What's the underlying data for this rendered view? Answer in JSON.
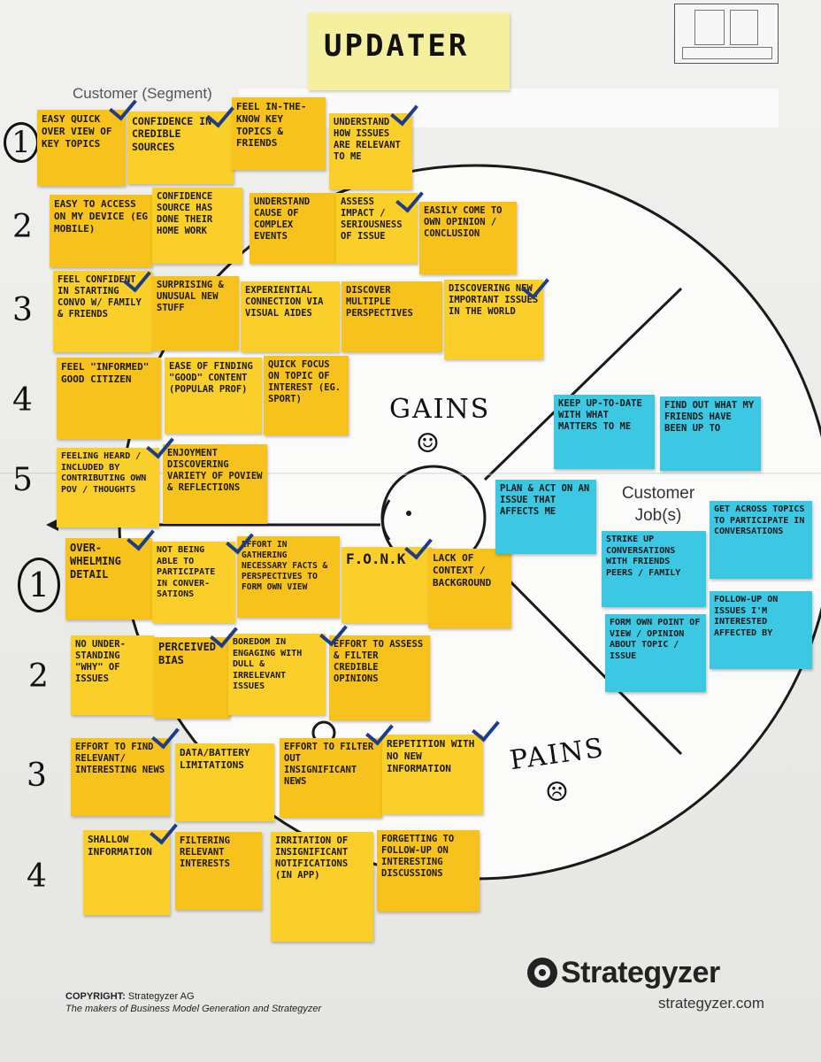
{
  "title": "UPDATER",
  "customer_segment_label": "Customer (Segment)",
  "diagram_labels": {
    "gains": "GAINS",
    "pains": "PAINS",
    "customer_jobs": "Customer Job(s)",
    "gains_face": "☺",
    "pains_face": "☹"
  },
  "row_numbers": {
    "gains": [
      "1",
      "2",
      "3",
      "4",
      "5"
    ],
    "pains": [
      "1",
      "2",
      "3",
      "4"
    ]
  },
  "gains_notes": [
    [
      "EASY QUICK OVER VIEW OF KEY TOPICS",
      "CONFIDENCE IN CREDIBLE SOURCES",
      "Feel in-the-know KEY TOPICS & FRIENDS",
      "UNDERSTAND HOW ISSUES ARE RELEVANT TO ME"
    ],
    [
      "EASY TO ACCESS ON MY DEVICE (eg MOBILE)",
      "CONFIDENCE SOURCE HAS DONE THEIR HOME WORK",
      "UNDERSTAND CAUSE OF COMPLEX EVENTS",
      "ASSESS IMPACT / SERIOUSNESS OF ISSUE",
      "EASILY COME TO OWN OPINION / CONCLUSION"
    ],
    [
      "FEEL CONFIDENT IN STARTING CONVO W/ FAMILY & FRIENDS",
      "SURPRISING & UNUSUAL NEW STUFF",
      "EXPERIENTIAL CONNECTION VIA VISUAL AIDES",
      "DISCOVER MULTIPLE PERSPECTIVES",
      "DISCOVERING NEW IMPORTANT ISSUES IN THE WORLD"
    ],
    [
      "FEEL \"INFORMED\" GOOD CITIZEN",
      "EASE OF FINDING \"GOOD\" CONTENT (POPULAR PROF)",
      "QUICK FOCUS ON TOPIC OF INTEREST (eg. SPORT)"
    ],
    [
      "FEELING HEARD / INCLUDED BY CONTRIBUTING OWN POV / THOUGHTS",
      "ENJOYMENT DISCOVERING VARIETY OF POVIEW & REFLECTIONS"
    ]
  ],
  "pains_notes": [
    [
      "OVER-WHELMING DETAIL",
      "NOT BEING ABLE TO PARTICIPATE IN CONVER-SATIONS",
      "EFFORT IN GATHERING NECESSARY FACTS & PERSPECTIVES TO FORM OWN VIEW",
      "F.O.N.K",
      "LACK OF CONTEXT / BACKGROUND"
    ],
    [
      "NO UNDER-STANDING \"WHY\" OF ISSUES",
      "PERCEIVED BIAS",
      "BOREDOM IN ENGAGING WITH DULL & IRRELEVANT ISSUES",
      "EFFORT TO ASSESS & FILTER CREDIBLE OPINIONS"
    ],
    [
      "EFFORT TO FIND RELEVANT/ INTERESTING NEWS",
      "DATA/BATTERY LIMITATIONS",
      "EFFORT TO FILTER OUT INSIGNIFICANT NEWS",
      "REPETITION WITH NO NEW INFORMATION"
    ],
    [
      "SHALLOW INFORMATION",
      "FILTERING RELEVANT INTERESTS",
      "IRRITATION OF INSIGNIFICANT NOTIFICATIONS (IN APP)",
      "FORGETTING TO FOLLOW-UP ON INTERESTING DISCUSSIONS"
    ]
  ],
  "job_notes": [
    "KEEP UP-TO-DATE WITH WHAT MATTERS TO ME",
    "FIND OUT WHAT MY FRIENDS HAVE BEEN UP TO",
    "PLAN & ACT ON AN ISSUE THAT AFFECTS ME",
    "GET ACROSS TOPICS TO PARTICIPATE IN CONVERSATIONS",
    "STRIKE UP CONVERSATIONS WITH FRIENDS PEERS / FAMILY",
    "FOLLOW-UP ON ISSUES I'M INTERESTED AFFECTED BY",
    "FORM OWN POINT OF VIEW / OPINION ABOUT TOPIC / ISSUE"
  ],
  "footer": {
    "copyright_label": "COPYRIGHT:",
    "copyright_owner": "Strategyzer AG",
    "tagline": "The makers of Business Model Generation and Strategyzer",
    "brand": "Strategyzer",
    "url": "strategyzer.com"
  },
  "colors": {
    "sticky_yellow": "#f7c21b",
    "sticky_blue": "#3cc7e3",
    "title_note": "#f4f0a0",
    "checkmark": "#1d3d8a"
  }
}
